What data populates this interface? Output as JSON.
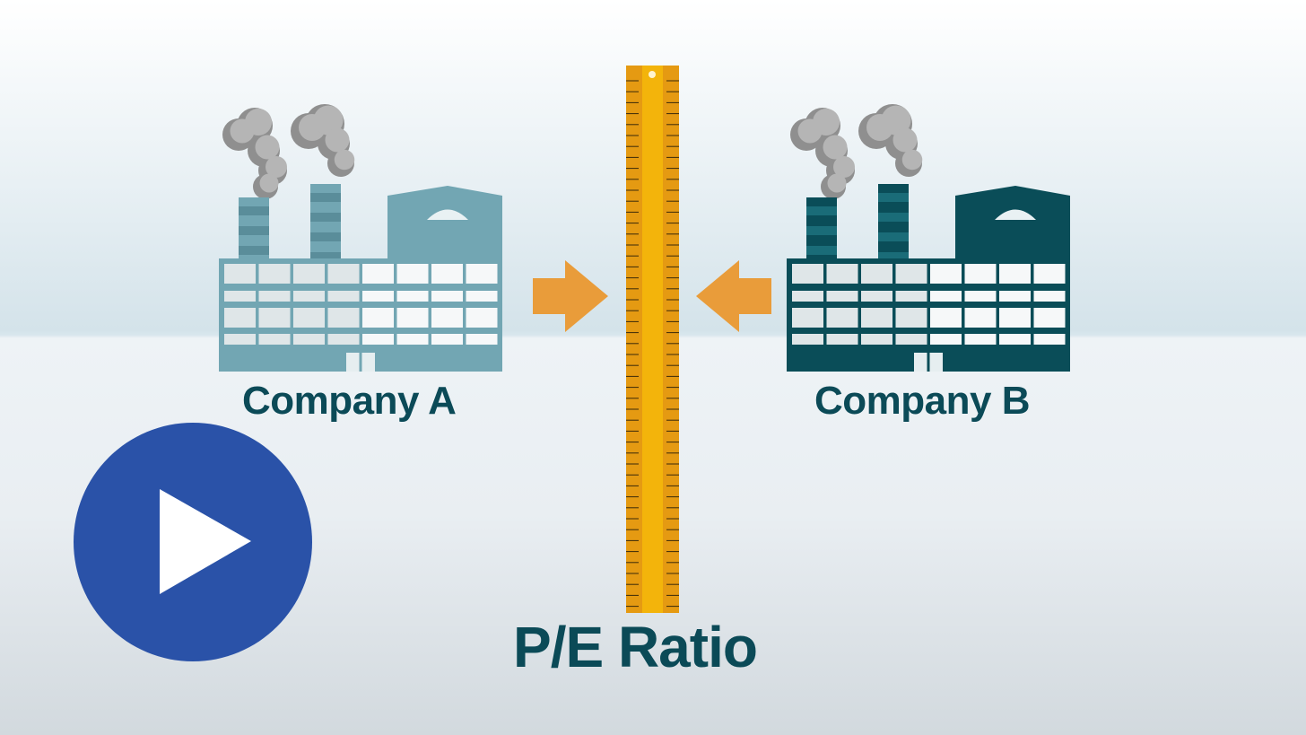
{
  "company_a": {
    "label": "Company A"
  },
  "company_b": {
    "label": "Company B"
  },
  "title": "P/E Ratio",
  "colors": {
    "company_a_factory": "#72a6b3",
    "company_b_factory": "#0a4d58",
    "arrow": "#e99c3a",
    "ruler": "#f0b30a",
    "text": "#0b4a57",
    "play_button": "#2a52a8"
  },
  "icons": {
    "left_factory": "factory-icon",
    "right_factory": "factory-icon",
    "left_arrow": "arrow-right-icon",
    "right_arrow": "arrow-left-icon",
    "measure": "ruler-icon",
    "play": "play-icon"
  }
}
